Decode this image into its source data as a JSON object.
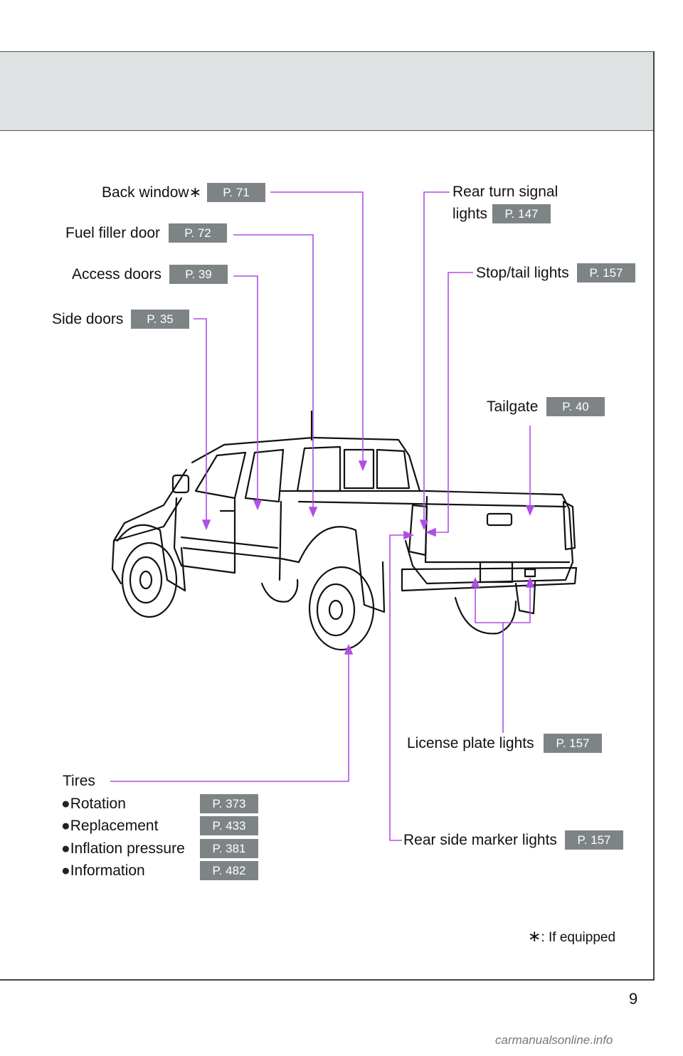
{
  "labels": {
    "back_window": "Back window",
    "back_window_mark": "∗",
    "fuel_filler_door": "Fuel filler door",
    "access_doors": "Access doors",
    "side_doors": "Side doors",
    "rear_turn_signal_line1": "Rear turn signal",
    "rear_turn_signal_line2": "lights",
    "stop_tail_lights": "Stop/tail lights",
    "tailgate": "Tailgate",
    "license_plate_lights": "License plate lights",
    "rear_side_marker_lights": "Rear side marker lights",
    "tires": "Tires",
    "tires_items": [
      "Rotation",
      "Replacement",
      "Inflation pressure",
      "Information"
    ],
    "bullet": "●"
  },
  "pages": {
    "back_window": "P. 71",
    "fuel_filler_door": "P. 72",
    "access_doors": "P. 39",
    "side_doors": "P. 35",
    "rear_turn_signal": "P. 147",
    "stop_tail_lights": "P. 157",
    "tailgate": "P. 40",
    "license_plate_lights": "P. 157",
    "rear_side_marker_lights": "P. 157",
    "tires_items": [
      "P. 373",
      "P. 433",
      "P. 381",
      "P. 482"
    ]
  },
  "footnote": {
    "mark": "∗",
    "text": ": If equipped"
  },
  "page_number": "9",
  "watermark": "carmanualsonline.info",
  "colors": {
    "leader_line": "#b04ee6",
    "page_badge": "#7e8486",
    "header_band": "#dfe2e3"
  }
}
